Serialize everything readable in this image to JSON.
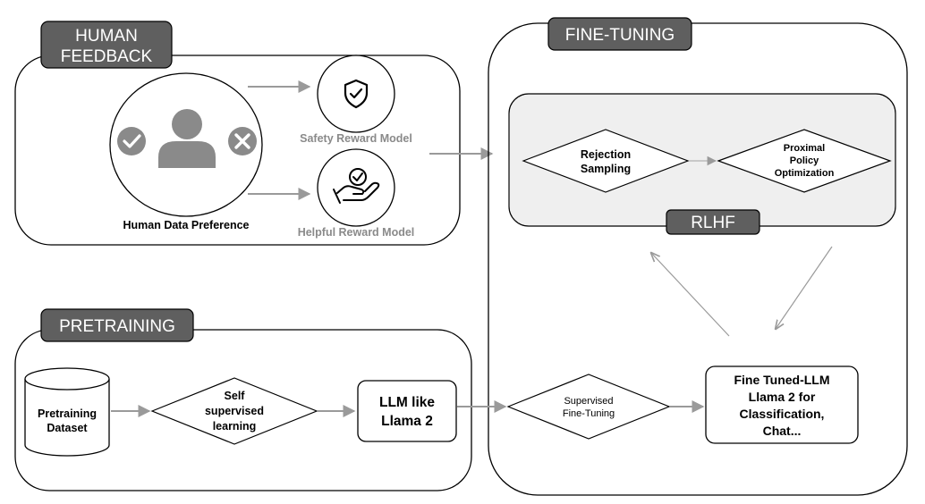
{
  "sections": {
    "human_feedback": {
      "title_line1": "HUMAN",
      "title_line2": "FEEDBACK"
    },
    "fine_tuning": {
      "title": "FINE-TUNING"
    },
    "pretraining": {
      "title": "PRETRAINING"
    },
    "rlhf": {
      "title": "RLHF"
    }
  },
  "human_feedback": {
    "person_label": "Human Data Preference",
    "approve_icon": "check-circle-icon",
    "reject_icon": "x-circle-icon",
    "person_icon": "person-icon",
    "safety_model": {
      "label": "Safety Reward Model",
      "icon": "shield-check-icon"
    },
    "helpful_model": {
      "label": "Helpful Reward Model",
      "icon": "hand-heart-check-icon"
    }
  },
  "rlhf": {
    "rejection_sampling": {
      "line1": "Rejection",
      "line2": "Sampling"
    },
    "ppo": {
      "line1": "Proximal",
      "line2": "Policy",
      "line3": "Optimization"
    }
  },
  "pretraining": {
    "dataset": {
      "line1": "Pretraining",
      "line2": "Dataset"
    },
    "self_supervised": {
      "line1": "Self",
      "line2": "supervised",
      "line3": "learning"
    },
    "llm": {
      "line1": "LLM like",
      "line2": "Llama 2"
    }
  },
  "supervised_ft": {
    "line1": "Supervised",
    "line2": "Fine-Tuning"
  },
  "fine_tuned": {
    "line1": "Fine Tuned-LLM",
    "line2": "Llama 2 for",
    "line3": "Classification,",
    "line4": "Chat..."
  },
  "colors": {
    "tab_fill": "#5f5f5f",
    "arrow": "#9a9a9a",
    "icon_grey": "#8a8a8a",
    "rlhf_panel": "#efefef"
  }
}
